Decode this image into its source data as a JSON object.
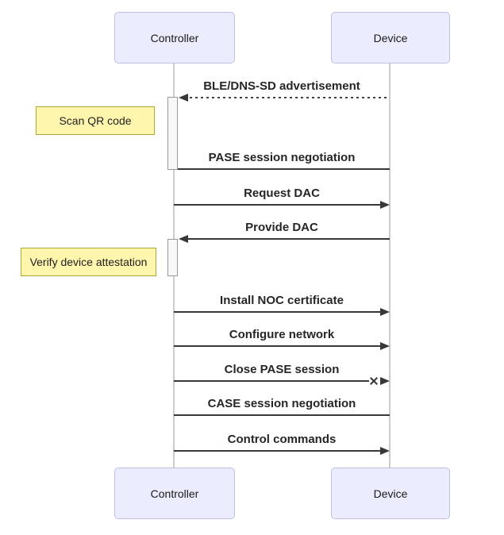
{
  "diagram": {
    "type": "sequence-diagram",
    "actors": [
      {
        "id": "controller",
        "label": "Controller"
      },
      {
        "id": "device",
        "label": "Device"
      }
    ],
    "messages": [
      {
        "label": "BLE/DNS-SD advertisement",
        "from": "device",
        "to": "controller",
        "line": "dashed",
        "arrow": "filled"
      },
      {
        "label": "PASE session negotiation",
        "from": "controller",
        "to": "device",
        "line": "solid",
        "arrow": "none"
      },
      {
        "label": "Request DAC",
        "from": "controller",
        "to": "device",
        "line": "solid",
        "arrow": "filled"
      },
      {
        "label": "Provide DAC",
        "from": "device",
        "to": "controller",
        "line": "solid",
        "arrow": "filled"
      },
      {
        "label": "Install NOC certificate",
        "from": "controller",
        "to": "device",
        "line": "solid",
        "arrow": "filled"
      },
      {
        "label": "Configure network",
        "from": "controller",
        "to": "device",
        "line": "solid",
        "arrow": "filled"
      },
      {
        "label": "Close PASE session",
        "from": "controller",
        "to": "device",
        "line": "solid",
        "arrow": "cross"
      },
      {
        "label": "CASE session negotiation",
        "from": "controller",
        "to": "device",
        "line": "solid",
        "arrow": "none"
      },
      {
        "label": "Control commands",
        "from": "controller",
        "to": "device",
        "line": "solid",
        "arrow": "filled"
      }
    ],
    "notes": [
      {
        "label": "Scan QR code",
        "position": "left of controller"
      },
      {
        "label": "Verify device attestation",
        "position": "left of controller"
      }
    ],
    "colors": {
      "actor_fill": "#ececff",
      "actor_border": "#bfbfe4",
      "note_fill": "#fff5ad",
      "note_border": "#aaaa33",
      "activation_fill": "#f8f8f8",
      "activation_border": "#999999",
      "lifeline": "#cccccc",
      "message": "#383838",
      "background": "#ffffff"
    }
  }
}
